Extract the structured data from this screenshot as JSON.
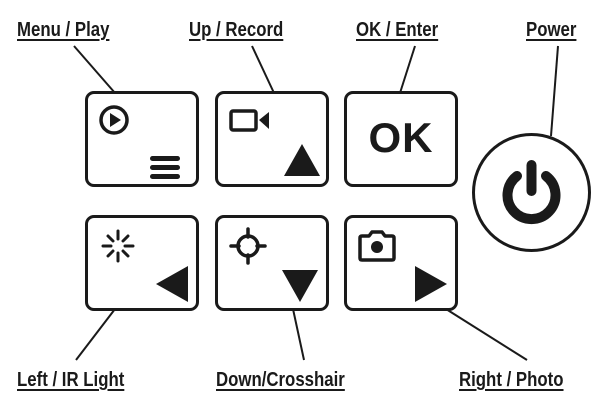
{
  "labels": {
    "menu_play": "Menu / Play",
    "up_record": "Up / Record",
    "ok_enter": "OK / Enter",
    "power": "Power",
    "left_ir": "Left / IR Light",
    "down_crosshair": "Down/Crosshair",
    "right_photo": "Right / Photo"
  },
  "buttons": {
    "ok_text": "OK"
  },
  "icons": {
    "play": "play-circle-icon",
    "menu": "hamburger-menu-icon",
    "record": "video-camera-icon",
    "up": "up-arrow-icon",
    "ir": "ir-light-burst-icon",
    "left": "left-arrow-icon",
    "crosshair": "crosshair-icon",
    "down": "down-arrow-icon",
    "photo": "photo-camera-icon",
    "right": "right-arrow-icon",
    "power": "power-icon"
  },
  "colors": {
    "ink": "#1a1a1a",
    "background": "#ffffff"
  }
}
